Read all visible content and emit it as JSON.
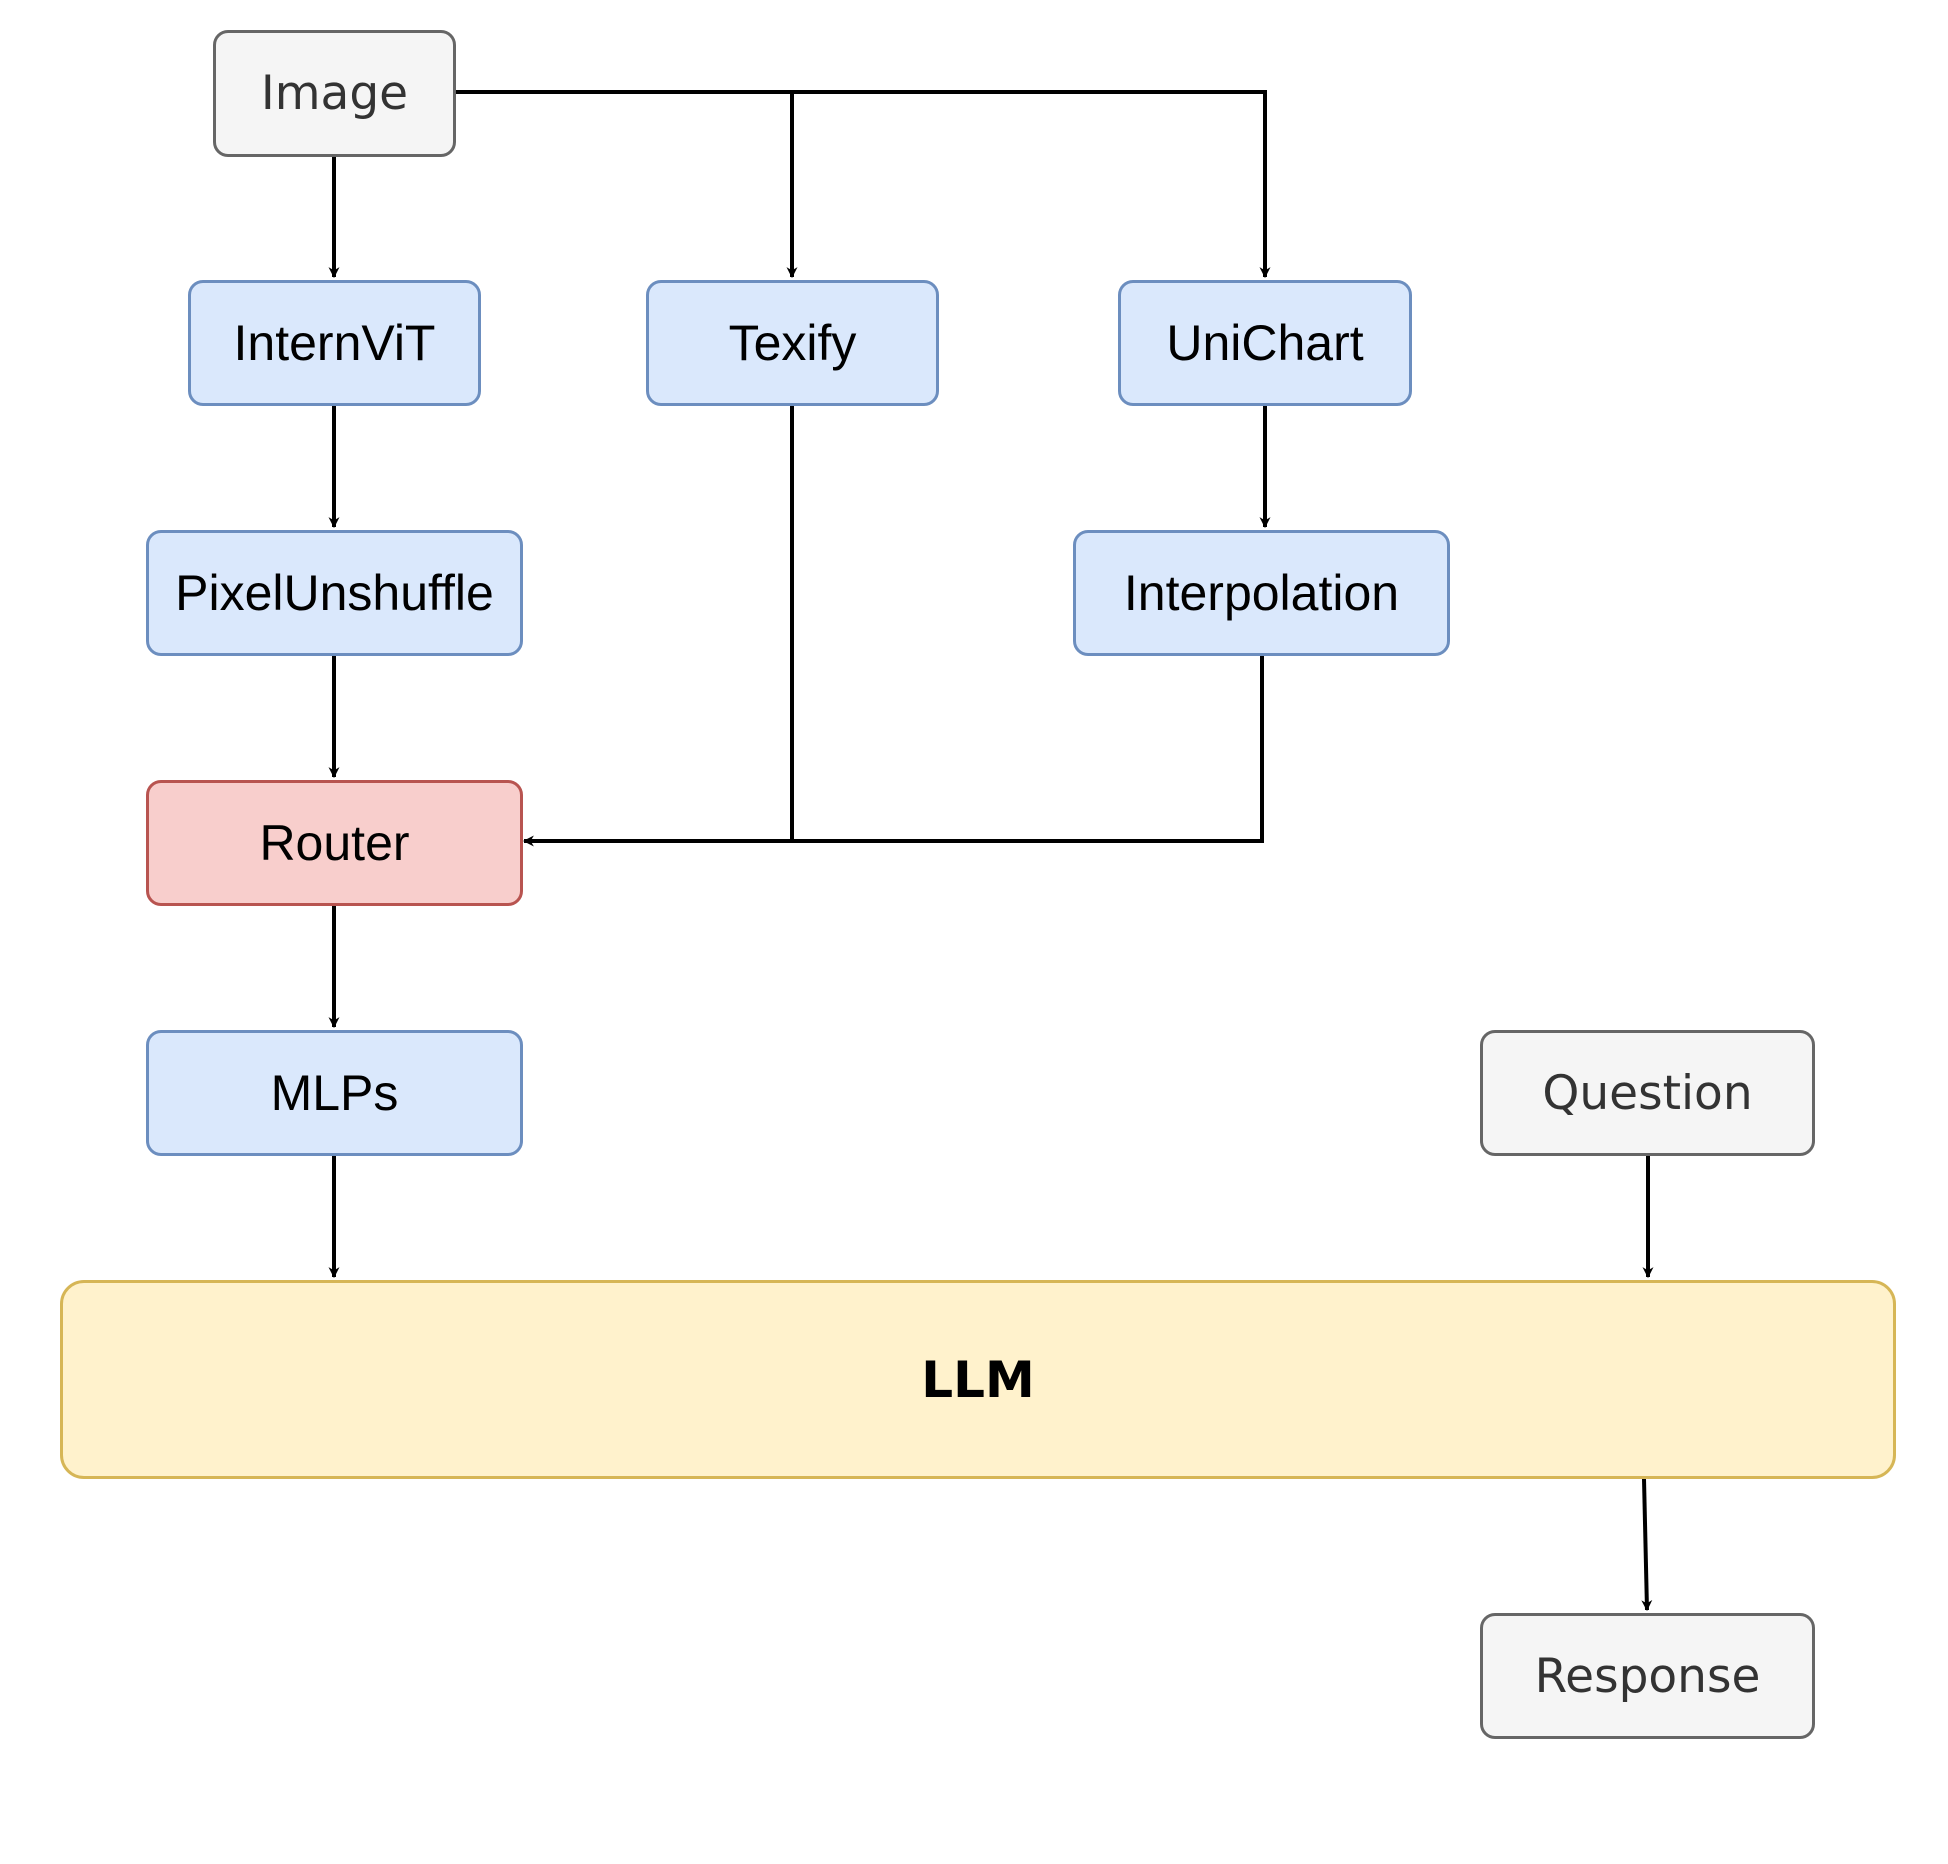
{
  "diagram": {
    "nodes": {
      "image": "Image",
      "internvit": "InternViT",
      "texify": "Texify",
      "unichart": "UniChart",
      "pixelunshuffle": "PixelUnshuffle",
      "interpolation": "Interpolation",
      "router": "Router",
      "mlps": "MLPs",
      "question": "Question",
      "llm": "LLM",
      "response": "Response"
    },
    "edges": [
      {
        "from": "Image",
        "to": "InternViT"
      },
      {
        "from": "Image",
        "to": "Texify"
      },
      {
        "from": "Image",
        "to": "UniChart"
      },
      {
        "from": "InternViT",
        "to": "PixelUnshuffle"
      },
      {
        "from": "UniChart",
        "to": "Interpolation"
      },
      {
        "from": "PixelUnshuffle",
        "to": "Router"
      },
      {
        "from": "Texify",
        "to": "Router"
      },
      {
        "from": "Interpolation",
        "to": "Router"
      },
      {
        "from": "Router",
        "to": "MLPs"
      },
      {
        "from": "MLPs",
        "to": "LLM"
      },
      {
        "from": "Question",
        "to": "LLM"
      },
      {
        "from": "LLM",
        "to": "Response"
      }
    ],
    "colors": {
      "model_fill": "#dae8fc",
      "model_stroke": "#6c8ebf",
      "io_fill": "#f5f5f5",
      "io_stroke": "#666666",
      "router_fill": "#f8cecc",
      "router_stroke": "#b85450",
      "llm_fill": "#fff2cc",
      "llm_stroke": "#d6b656",
      "edge": "#000000"
    }
  }
}
